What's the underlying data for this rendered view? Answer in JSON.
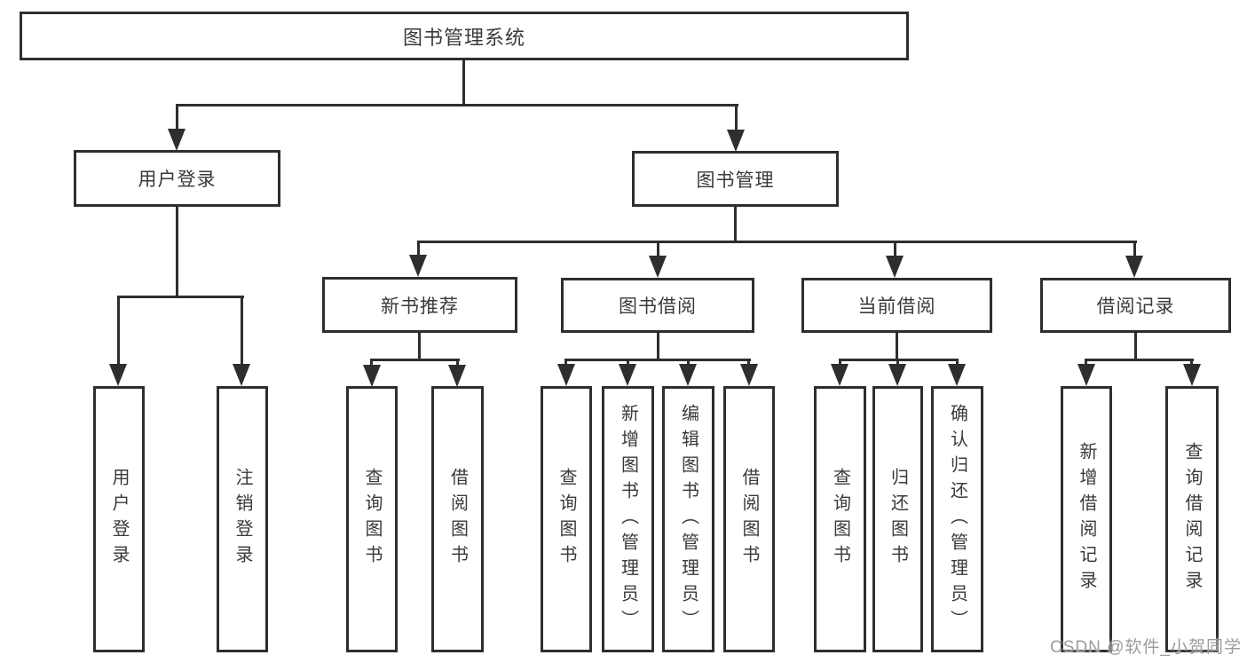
{
  "diagram": {
    "title": "图书管理系统",
    "type": "tree",
    "colors": {
      "background": "#ffffff",
      "box_border": "#2e2e2e",
      "line": "#2e2e2e",
      "text": "#3a3a3a",
      "watermark_text": "#9c9c9c"
    },
    "nodes": {
      "root": {
        "label": "图书管理系统"
      },
      "user_login": {
        "label": "用户登录"
      },
      "book_mgmt": {
        "label": "图书管理"
      },
      "new_book_rec": {
        "label": "新书推荐"
      },
      "book_borrow": {
        "label": "图书借阅"
      },
      "current_borrow": {
        "label": "当前借阅"
      },
      "borrow_records": {
        "label": "借阅记录"
      },
      "g1_login": {
        "label": "用户登录"
      },
      "g1_logout": {
        "label": "注销登录"
      },
      "g2_query": {
        "label": "查询图书"
      },
      "g2_borrow": {
        "label": "借阅图书"
      },
      "g3_query": {
        "label": "查询图书"
      },
      "g3_add": {
        "label": "新增图书（管理员）"
      },
      "g3_edit": {
        "label": "编辑图书（管理员）"
      },
      "g3_borrow": {
        "label": "借阅图书"
      },
      "g4_query": {
        "label": "查询图书"
      },
      "g4_return": {
        "label": "归还图书"
      },
      "g4_confirm": {
        "label": "确认归还（管理员）"
      },
      "g5_add": {
        "label": "新增借阅记录"
      },
      "g5_query": {
        "label": "查询借阅记录"
      }
    },
    "edges": [
      {
        "from": "图书管理系统",
        "to": [
          "用户登录",
          "图书管理"
        ]
      },
      {
        "from": "用户登录",
        "to": [
          "用户登录",
          "注销登录"
        ]
      },
      {
        "from": "图书管理",
        "to": [
          "新书推荐",
          "图书借阅",
          "当前借阅",
          "借阅记录"
        ]
      },
      {
        "from": "新书推荐",
        "to": [
          "查询图书",
          "借阅图书"
        ]
      },
      {
        "from": "图书借阅",
        "to": [
          "查询图书",
          "新增图书（管理员）",
          "编辑图书（管理员）",
          "借阅图书"
        ]
      },
      {
        "from": "当前借阅",
        "to": [
          "查询图书",
          "归还图书",
          "确认归还（管理员）"
        ]
      },
      {
        "from": "借阅记录",
        "to": [
          "新增借阅记录",
          "查询借阅记录"
        ]
      }
    ],
    "watermark": "CSDN @软件_小贺同学"
  }
}
